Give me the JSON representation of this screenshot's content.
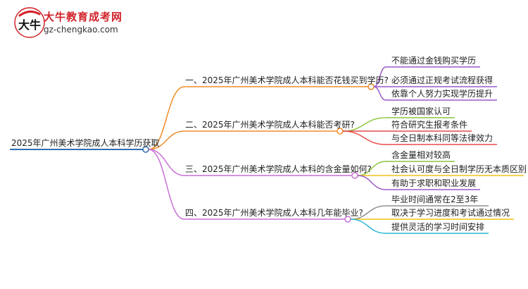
{
  "logo": {
    "title": "大牛教育成考网",
    "url": "gz-chengkao.com",
    "mark_text": "大牛"
  },
  "root": {
    "label": "2025年广州美术学院成人本科学历获取",
    "color": "#2f6fb0"
  },
  "branches": [
    {
      "label": "一、2025年广州美术学院成人本科能否花钱买到学历?",
      "color": "#f08c2a",
      "children": [
        {
          "label": "不能通过金钱购买学历",
          "color": "#9b59c7"
        },
        {
          "label": "必须通过正规考试流程获得",
          "color": "#9b59c7"
        },
        {
          "label": "依靠个人努力实现学历提升",
          "color": "#9b59c7"
        }
      ]
    },
    {
      "label": "二、2025年广州美术学院成人本科能否考研?",
      "color": "#f08c2a",
      "children": [
        {
          "label": "学历被国家认可",
          "color": "#8cc63f"
        },
        {
          "label": "符合研究生报考条件",
          "color": "#e84a4a"
        },
        {
          "label": "与全日制本科同等法律效力",
          "color": "#e84a4a"
        }
      ]
    },
    {
      "label": "三、2025年广州美术学院成人本科的含金量如何?",
      "color": "#c86fd6",
      "children": [
        {
          "label": "含金量相对较高",
          "color": "#8cc63f"
        },
        {
          "label": "社会认可度与全日制学历无本质区别",
          "color": "#f2c21b"
        },
        {
          "label": "有助于求职和职业发展",
          "color": "#9b59c7"
        }
      ]
    },
    {
      "label": "四、2025年广州美术学院成人本科几年能毕业?",
      "color": "#c86fd6",
      "children": [
        {
          "label": "毕业时间通常在2至3年",
          "color": "#8f8f8f"
        },
        {
          "label": "取决于学习进度和考试通过情况",
          "color": "#f2c21b"
        },
        {
          "label": "提供灵活的学习时间安排",
          "color": "#29b6d6"
        }
      ]
    }
  ]
}
